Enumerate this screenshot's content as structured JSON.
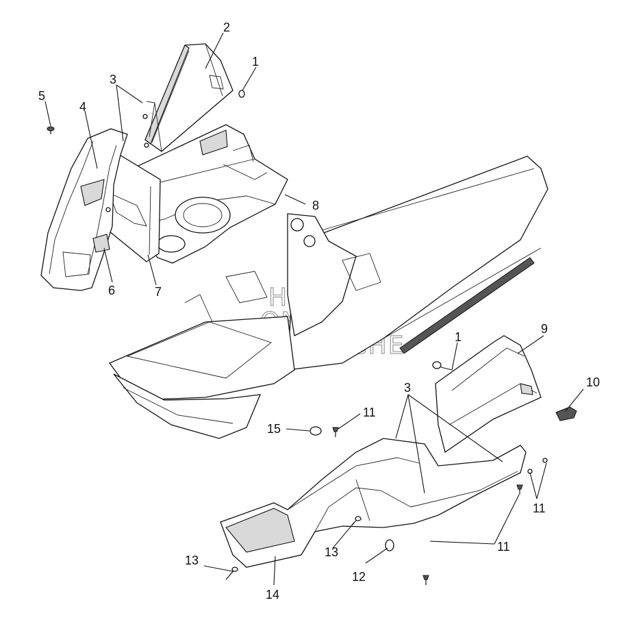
{
  "labels": [
    {
      "id": "lbl-1-top",
      "text": "1"
    },
    {
      "id": "lbl-2",
      "text": "2"
    },
    {
      "id": "lbl-3-top",
      "text": "3"
    },
    {
      "id": "lbl-4",
      "text": "4"
    },
    {
      "id": "lbl-5",
      "text": "5"
    },
    {
      "id": "lbl-6",
      "text": "6"
    },
    {
      "id": "lbl-7",
      "text": "7"
    },
    {
      "id": "lbl-8",
      "text": "8"
    },
    {
      "id": "lbl-9",
      "text": "9"
    },
    {
      "id": "lbl-10",
      "text": "10"
    },
    {
      "id": "lbl-1-right",
      "text": "1"
    },
    {
      "id": "lbl-3-right",
      "text": "3"
    },
    {
      "id": "lbl-11-a",
      "text": "11"
    },
    {
      "id": "lbl-15",
      "text": "15"
    },
    {
      "id": "lbl-11-b",
      "text": "11"
    },
    {
      "id": "lbl-11-c",
      "text": "11"
    },
    {
      "id": "lbl-13-a",
      "text": "13"
    },
    {
      "id": "lbl-13-b",
      "text": "13"
    },
    {
      "id": "lbl-12",
      "text": "12"
    },
    {
      "id": "lbl-14",
      "text": "14"
    }
  ],
  "watermark": {
    "line1": "HLSM'S",
    "line2": "ONLINE",
    "line3": "MICROFICHE"
  }
}
